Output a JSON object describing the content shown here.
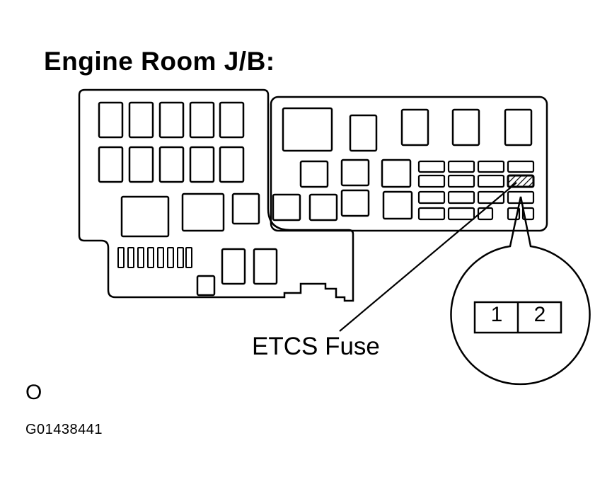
{
  "title": "Engine Room J/B:",
  "callout_label": "ETCS Fuse",
  "connector_pins": [
    "1",
    "2"
  ],
  "view_letter": "O",
  "figure_code": "G01438441",
  "colors": {
    "line": "#000000",
    "background": "#ffffff"
  },
  "highlighted_component": "etcs-fuse"
}
